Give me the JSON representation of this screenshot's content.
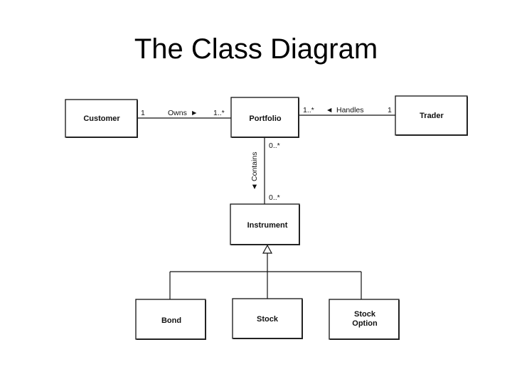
{
  "title": "The Class Diagram",
  "classes": {
    "customer": "Customer",
    "portfolio": "Portfolio",
    "trader": "Trader",
    "instrument": "Instrument",
    "bond": "Bond",
    "stock": "Stock",
    "stock_option_line1": "Stock",
    "stock_option_line2": "Option"
  },
  "associations": {
    "owns": {
      "label": "Owns",
      "arrow": "►",
      "mult_customer": "1",
      "mult_portfolio": "1..*"
    },
    "handles": {
      "label": "Handles",
      "arrow": "◄",
      "mult_portfolio": "1..*",
      "mult_trader": "1"
    },
    "contains": {
      "label": "Contains",
      "arrow": "◄",
      "mult_portfolio": "0..*",
      "mult_instrument": "0..*"
    }
  },
  "generalization": {
    "parent": "Instrument",
    "children": [
      "Bond",
      "Stock",
      "Stock Option"
    ]
  }
}
